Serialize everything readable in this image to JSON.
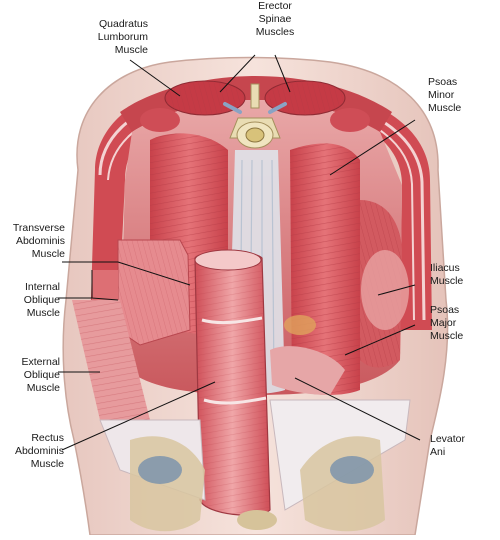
{
  "labels": {
    "quadratus_lumborum": [
      "Quadratus",
      "Lumborum",
      "Muscle"
    ],
    "erector_spinae": [
      "Erector",
      "Spinae",
      "Muscles"
    ],
    "psoas_minor": [
      "Psoas",
      "Minor",
      "Muscle"
    ],
    "transverse_abdominis": [
      "Transverse",
      "Abdominis",
      "Muscle"
    ],
    "iliacus": [
      "Iliacus",
      "Muscle"
    ],
    "internal_oblique": [
      "Internal",
      "Oblique",
      "Muscle"
    ],
    "psoas_major": [
      "Psoas",
      "Major",
      "Muscle"
    ],
    "external_oblique": [
      "External",
      "Oblique",
      "Muscle"
    ],
    "levator_ani": [
      "Levator",
      "Ani"
    ],
    "rectus_abdominis": [
      "Rectus",
      "Abdominis",
      "Muscle"
    ]
  },
  "colors": {
    "muscle": "#d9555a",
    "muscle_light": "#eb9a9a",
    "fascia": "#f3e6e6",
    "skin": "#f1d9d2",
    "bone": "#e9dcb3",
    "pelvis_blue": "#7d94ab",
    "leader_line": "#111111"
  }
}
